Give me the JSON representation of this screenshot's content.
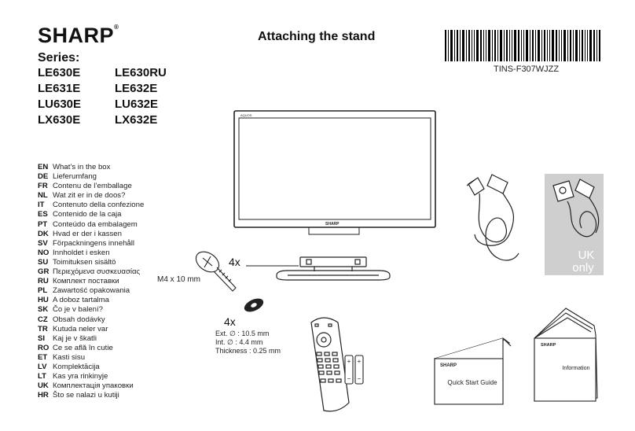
{
  "brand": "SHARP",
  "title": "Attaching the stand",
  "doc_code": "TINS-F307WJZZ",
  "series_label": "Series:",
  "models": [
    "LE630E",
    "LE630RU",
    "LE631E",
    "LE632E",
    "LU630E",
    "LU632E",
    "LX630E",
    "LX632E"
  ],
  "languages": [
    {
      "code": "EN",
      "text": "What’s in the box"
    },
    {
      "code": "DE",
      "text": "Lieferumfang"
    },
    {
      "code": "FR",
      "text": "Contenu de l’emballage"
    },
    {
      "code": "NL",
      "text": "Wat zit er in de doos?"
    },
    {
      "code": "IT",
      "text": "Contenuto della confezione"
    },
    {
      "code": "ES",
      "text": "Contenido de la caja"
    },
    {
      "code": "PT",
      "text": "Conteúdo da embalagem"
    },
    {
      "code": "DK",
      "text": "Hvad er der i kassen"
    },
    {
      "code": "SV",
      "text": "Förpackningens innehåll"
    },
    {
      "code": "NO",
      "text": "Innholdet i esken"
    },
    {
      "code": "SU",
      "text": "Toimituksen sisältö"
    },
    {
      "code": "GR",
      "text": "Περιεχόμενα συσκευασίας"
    },
    {
      "code": "RU",
      "text": "Комплект поставки"
    },
    {
      "code": "PL",
      "text": "Zawartość opakowania"
    },
    {
      "code": "HU",
      "text": "A doboz tartalma"
    },
    {
      "code": "SK",
      "text": "Čo je v balení?"
    },
    {
      "code": "CZ",
      "text": "Obsah dodávky"
    },
    {
      "code": "TR",
      "text": "Kutuda neler var"
    },
    {
      "code": "SI",
      "text": "Kaj je v škatli"
    },
    {
      "code": "RO",
      "text": "Ce se află în cutie"
    },
    {
      "code": "ET",
      "text": "Kasti sisu"
    },
    {
      "code": "LV",
      "text": "Komplektācija"
    },
    {
      "code": "LT",
      "text": "Kas yra rinkinyje"
    },
    {
      "code": "UK",
      "text": "Комплектація упаковки"
    },
    {
      "code": "HR",
      "text": "Što se nalazi u kutiji"
    }
  ],
  "tv_brand_small": "AQUOS",
  "tv_brand_bezel": "SHARP",
  "screw_qty": "4x",
  "screw_size": "M4 x 10 mm",
  "washer_qty": "4x",
  "washer_ext": "Ext.  ∅ : 10.5 mm",
  "washer_int": "Int.  ∅ : 4.4 mm",
  "washer_thickness": "Thickness : 0.25 mm",
  "uk_label_line1": "UK",
  "uk_label_line2": "only",
  "quick_guide_brand": "SHARP",
  "quick_guide_label": "Quick Start Guide",
  "info_brand": "SHARP",
  "info_label": "Information",
  "battery_plus": "+",
  "battery_minus": "−"
}
